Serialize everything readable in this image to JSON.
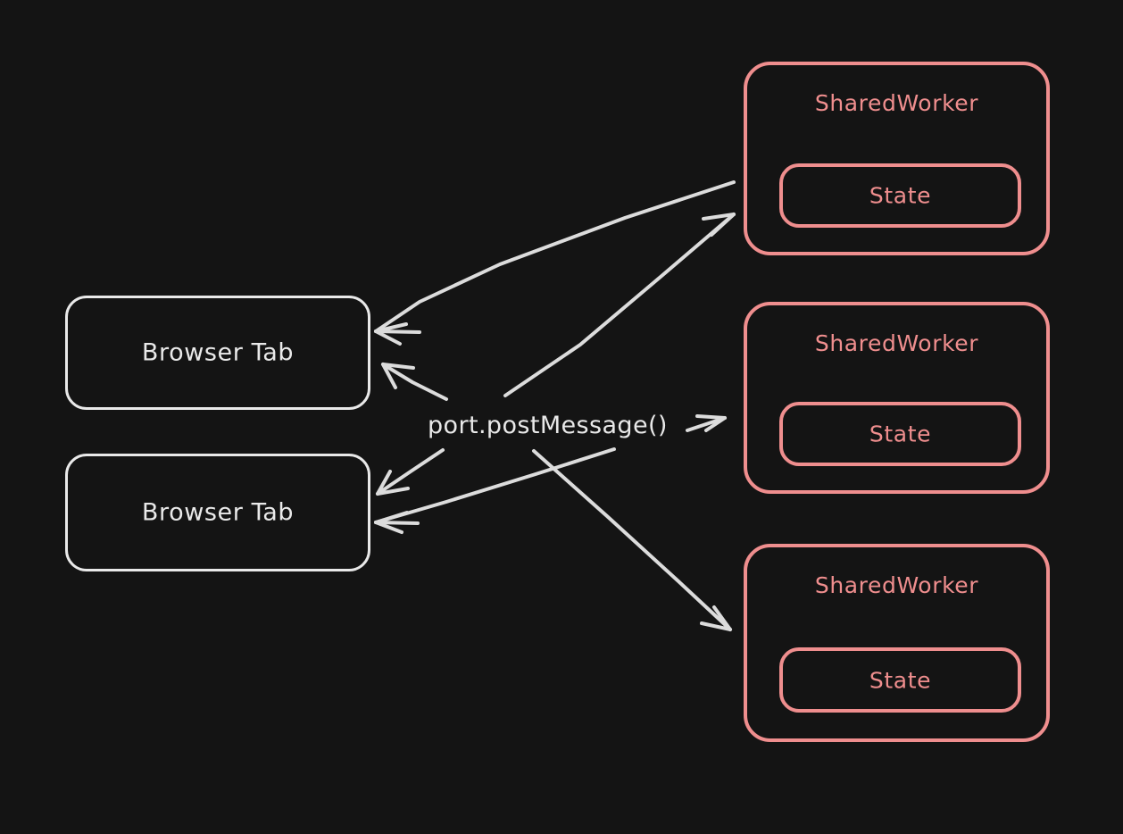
{
  "diagram": {
    "title": "SharedWorker message passing diagram",
    "background_color": "#141414",
    "tab_color": "#e9e9e9",
    "worker_color": "#ef8e8e",
    "edge_color": "#dcdcdc",
    "center_label": "port.postMessage()",
    "tabs": [
      {
        "label": "Browser Tab"
      },
      {
        "label": "Browser Tab"
      }
    ],
    "workers": [
      {
        "label": "SharedWorker",
        "state_label": "State"
      },
      {
        "label": "SharedWorker",
        "state_label": "State"
      },
      {
        "label": "SharedWorker",
        "state_label": "State"
      }
    ]
  }
}
